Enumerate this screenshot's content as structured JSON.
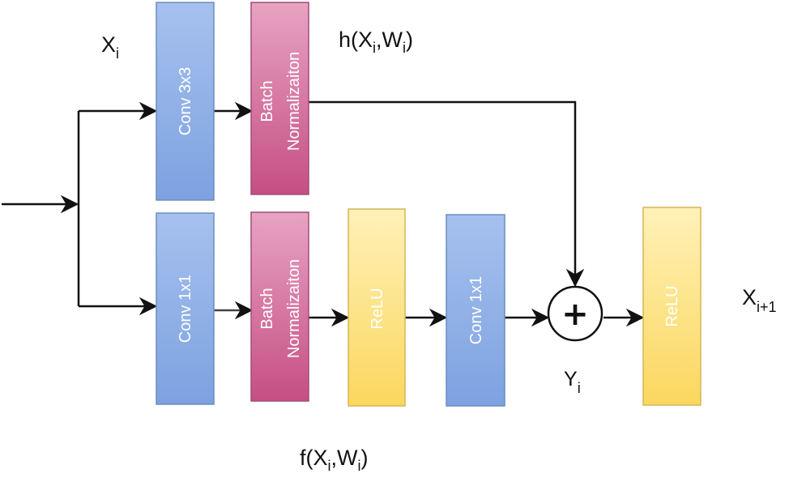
{
  "blocks": {
    "conv3x3_top": {
      "label": "Conv 3x3"
    },
    "bn_top": {
      "line1": "Batch",
      "line2": "Normalizaiton"
    },
    "conv1x1_bottom": {
      "label": "Conv 1x1"
    },
    "bn_bottom": {
      "line1": "Batch",
      "line2": "Normalizaiton"
    },
    "relu_bottom": {
      "label": "ReLU"
    },
    "conv1x1_second": {
      "label": "Conv 1x1"
    },
    "relu_out": {
      "label": "ReLU"
    }
  },
  "sum_node": {
    "symbol": "+"
  },
  "labels": {
    "input": {
      "base": "X",
      "sub": "i"
    },
    "h_func": {
      "prefix": "h(X",
      "sub1": "i",
      "mid": ",W",
      "sub2": "i",
      "suffix": ")"
    },
    "f_func": {
      "prefix": "f(X",
      "sub1": "i",
      "mid": ",W",
      "sub2": "i",
      "suffix": ")"
    },
    "sum_out": {
      "base": "Y",
      "sub": "i"
    },
    "output": {
      "base": "X",
      "sub": "i+1"
    }
  },
  "colors": {
    "conv_fill": "#a9c4ee",
    "conv_stroke": "#6c8ebf",
    "bn_fill": "#d5608f",
    "bn_stroke": "#a34d76",
    "relu_fill": "#fde48a",
    "relu_stroke": "#d6b656",
    "line": "#111111"
  }
}
